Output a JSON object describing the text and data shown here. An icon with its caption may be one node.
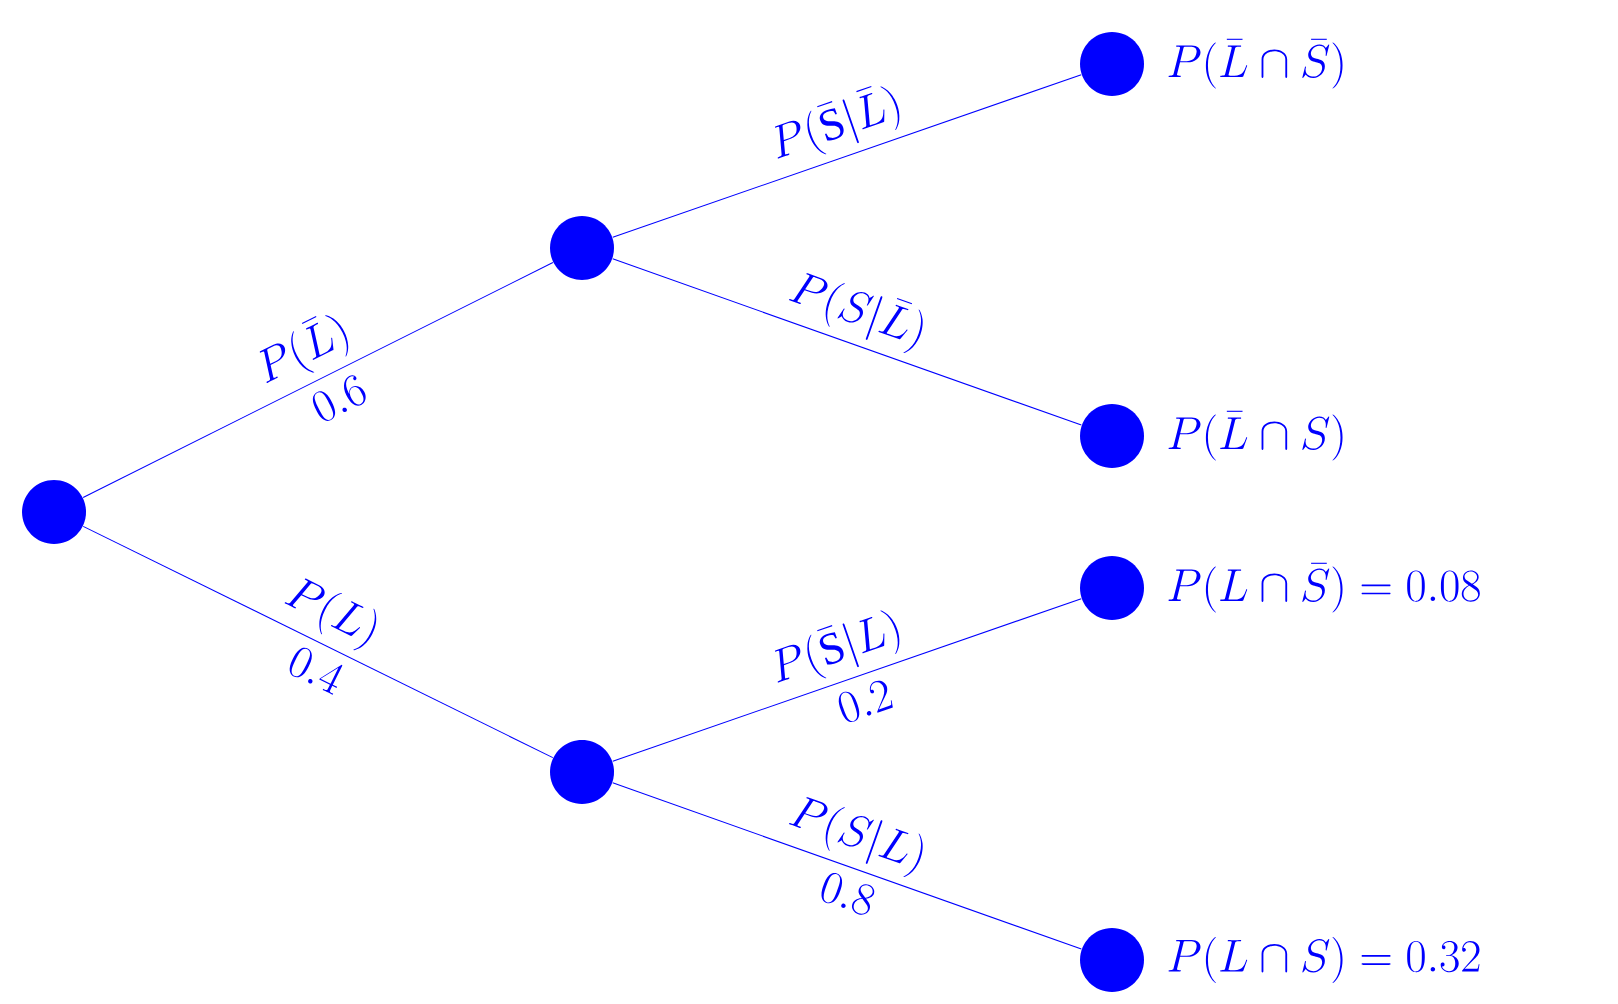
{
  "diagram": {
    "nodes": [
      {
        "text": [],
        "shape": "circle"
      },
      {
        "text": [],
        "shape": "circle"
      },
      {
        "text": [],
        "shape": "circle"
      },
      {
        "text": [],
        "shape": "circle",
        "beside": [
          "P(\\bar{L}\\cap\\bar{S})"
        ]
      },
      {
        "text": [],
        "shape": "circle",
        "beside": [
          "P(\\bar{L}\\cap S)"
        ]
      },
      {
        "text": [],
        "shape": "circle",
        "beside": [
          "P(L\\cap\\bar{S})=0.08"
        ]
      },
      {
        "text": [],
        "shape": "circle",
        "beside": [
          "P(L\\cap S)=0.32"
        ]
      }
    ],
    "edges": [
      {
        "from": 0,
        "to": 1,
        "arrow": "none",
        "label": "P(\\bar{L})"
      },
      {
        "from": 0,
        "to": 2,
        "arrow": "none",
        "label": "P(L)"
      },
      {
        "from": 1,
        "to": 3,
        "arrow": "none",
        "label": "P(\\bar{\\mathrm{S}}|\\bar{L})"
      },
      {
        "from": 1,
        "to": 4,
        "arrow": "none",
        "label": "P(S|\\bar{L})"
      },
      {
        "from": 2,
        "to": 5,
        "arrow": "none",
        "label": "P(\\bar{\\mathrm{S}}|L)"
      },
      {
        "from": 2,
        "to": 6,
        "arrow": "none",
        "label": "P(S|L)"
      }
    ],
    "labels": [
      "0.6",
      "0.4",
      "0.2",
      "0.8"
    ]
  }
}
